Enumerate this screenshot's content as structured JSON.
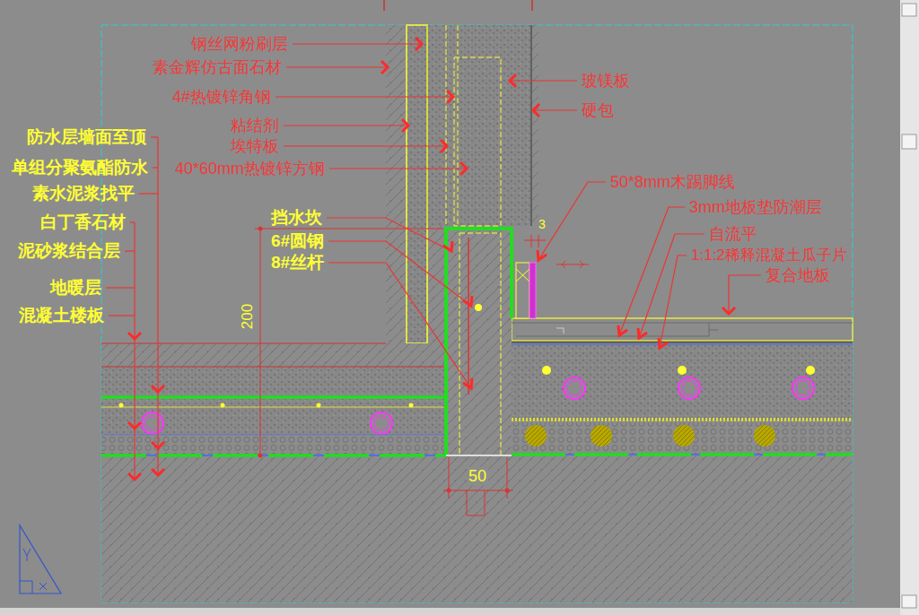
{
  "diagram": {
    "labels": [
      "钢丝网粉刷层",
      "素金辉仿古面石材",
      "4#热镀锌角钢",
      "粘结剂",
      "埃特板",
      "40*60mm热镀锌方钢",
      "玻镁板",
      "硬包",
      "50*8mm木踢脚线",
      "3mm地板垫防潮层",
      "自流平",
      "1:1:2稀释混凝土瓜子片",
      "复合地板",
      "防水层墙面至顶",
      "单组分聚氨酯防水",
      "素水泥浆找平",
      "白丁香石材",
      "泥砂浆结合层",
      "地暖层",
      "混凝土楼板",
      "挡水坎",
      "6#圆钢",
      "8#丝杆",
      "3",
      "200",
      "50"
    ]
  }
}
